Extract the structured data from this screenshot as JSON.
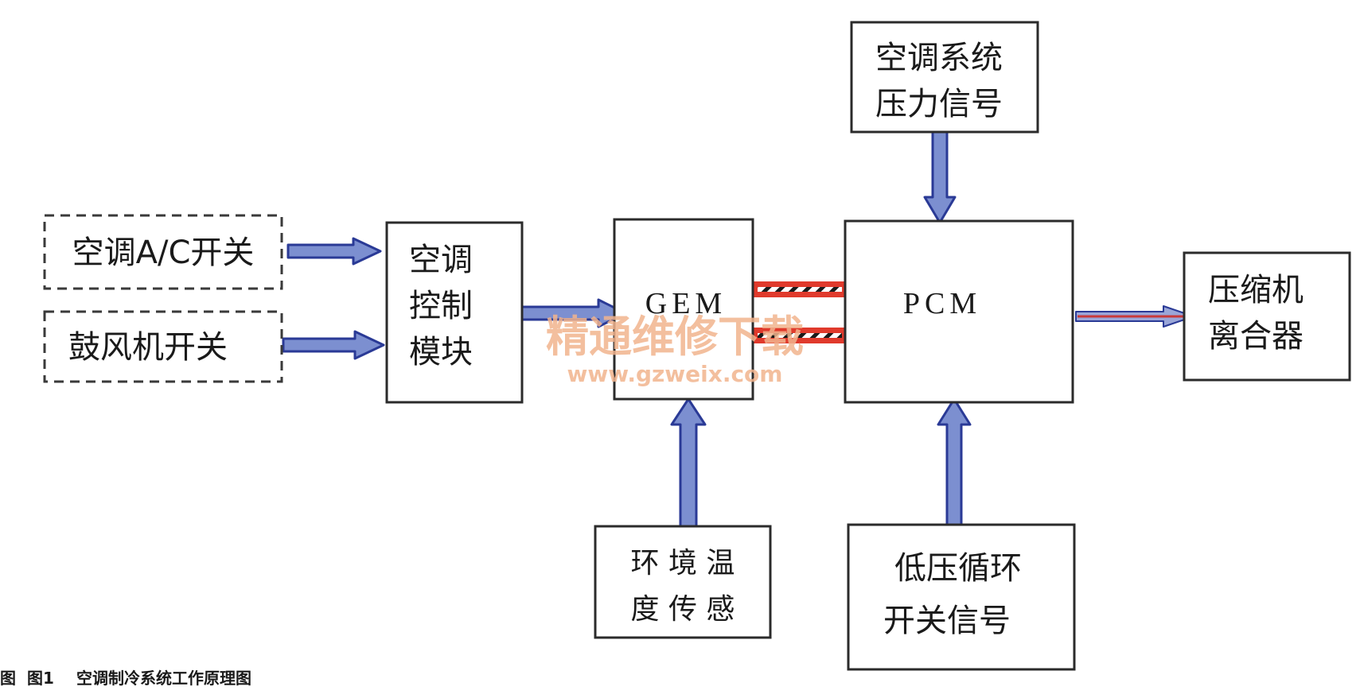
{
  "diagram": {
    "nodes": {
      "ac_switch": {
        "label": "空调A/C开关"
      },
      "blower_switch": {
        "label": "鼓风机开关"
      },
      "ac_module": {
        "lines": [
          "空调",
          "控制",
          "模块"
        ]
      },
      "gem": {
        "label": "GEM"
      },
      "pcm": {
        "label": "PCM"
      },
      "pressure_signal": {
        "lines": [
          "空调系统",
          "压力信号"
        ]
      },
      "compressor_clutch": {
        "lines": [
          "压缩机",
          "离合器"
        ]
      },
      "ambient_sensor": {
        "lines": [
          "环 境 温",
          "度 传 感"
        ]
      },
      "low_pressure_switch": {
        "lines": [
          "低压循环",
          "开关信号"
        ]
      }
    },
    "edges": [
      {
        "from": "ac_switch",
        "to": "ac_module"
      },
      {
        "from": "blower_switch",
        "to": "ac_module"
      },
      {
        "from": "ac_module",
        "to": "gem"
      },
      {
        "from": "gem",
        "to": "pcm",
        "style": "bus"
      },
      {
        "from": "pressure_signal",
        "to": "pcm"
      },
      {
        "from": "ambient_sensor",
        "to": "gem"
      },
      {
        "from": "low_pressure_switch",
        "to": "pcm"
      },
      {
        "from": "pcm",
        "to": "compressor_clutch"
      }
    ],
    "colors": {
      "arrow_fill": "#7c8fd0",
      "arrow_stroke": "#2a3a96",
      "bus": "#e03a2c",
      "output_arrow": "#c83a3a"
    }
  },
  "watermark": {
    "title": "精通维修下载",
    "url": "www.gzweix.com"
  },
  "caption": {
    "prefix": "图",
    "figure": "图1",
    "text": "空调制冷系统工作原理图"
  }
}
